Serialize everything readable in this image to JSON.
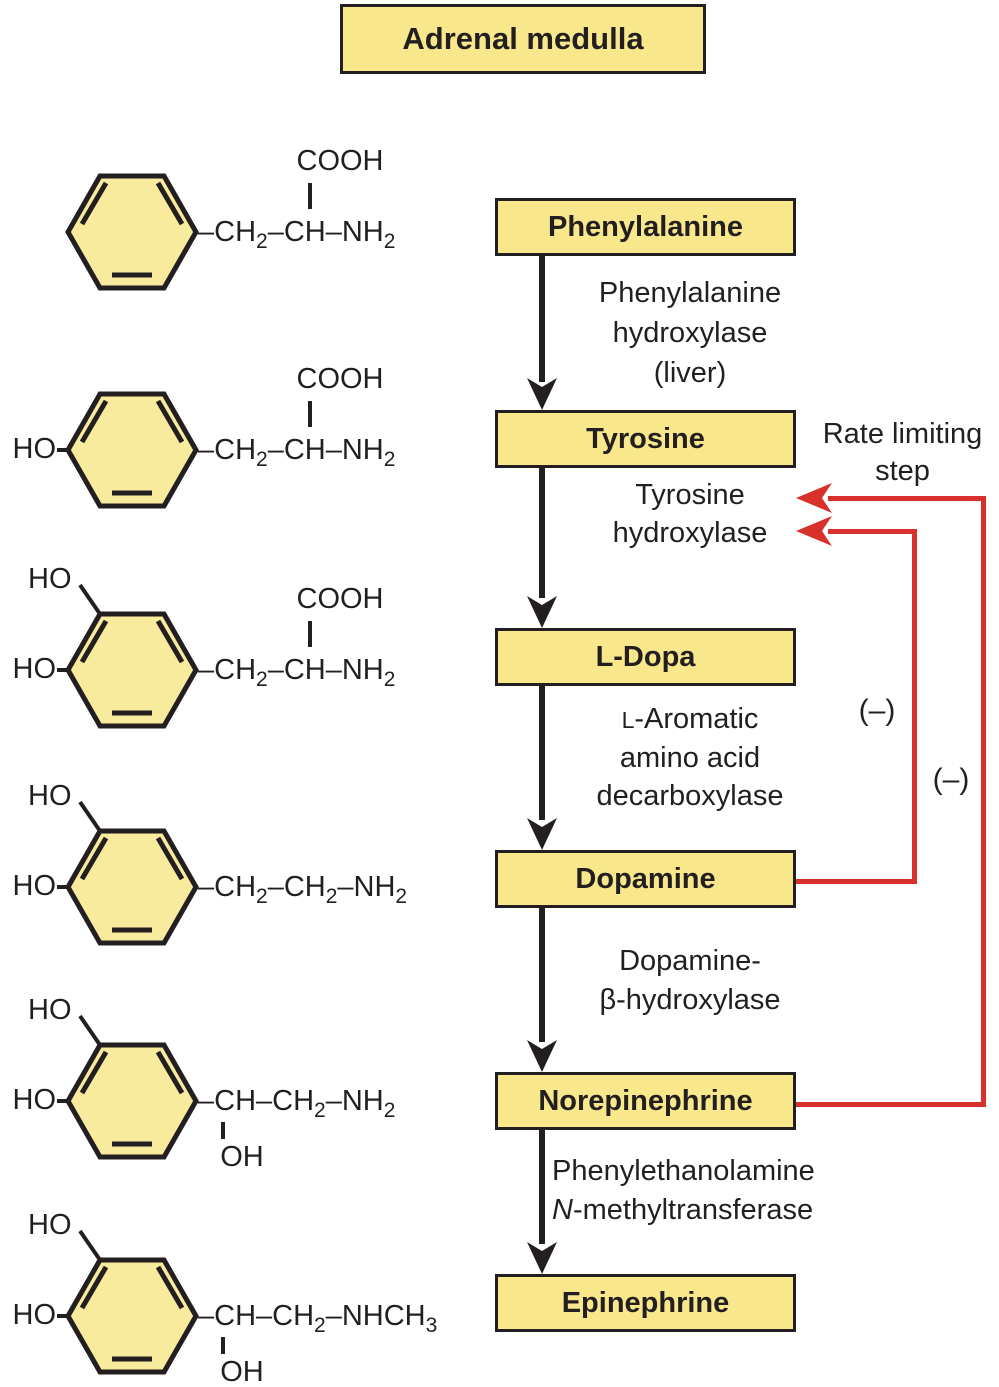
{
  "title": {
    "label": "Adrenal medulla"
  },
  "colors": {
    "box_fill": "#f9e78c",
    "ring_fill": "#f8eb9e",
    "ink": "#231f20",
    "red": "#d8302a"
  },
  "flow_boxes": [
    {
      "label": "Phenylalanine"
    },
    {
      "label": "Tyrosine"
    },
    {
      "label": "L-Dopa"
    },
    {
      "label": "Dopamine"
    },
    {
      "label": "Norepinephrine"
    },
    {
      "label": "Epinephrine"
    }
  ],
  "enzymes": [
    {
      "lines": [
        "Phenylalanine",
        "hydroxylase",
        "(liver)"
      ]
    },
    {
      "lines": [
        "Tyrosine",
        "hydroxylase"
      ]
    },
    {
      "lines": [
        "L-Aromatic",
        "amino acid",
        "decarboxylase"
      ]
    },
    {
      "lines": [
        "Dopamine-",
        "β-hydroxylase"
      ]
    },
    {
      "line1": "Phenylethanolamine",
      "line2_italic": "N",
      "line2_rest": "-methyltransferase"
    }
  ],
  "annotations": {
    "rate_limiting_lines": [
      "Rate limiting",
      "step"
    ],
    "minus_inner": "(–)",
    "minus_outer": "(–)"
  },
  "structures": [
    {
      "name": "phenylalanine",
      "ho_top": null,
      "ho_left": null,
      "top_group": "COOH",
      "bottom_group": null,
      "chain": [
        {
          "t": "–CH"
        },
        {
          "s": "2"
        },
        {
          "t": "–CH–NH"
        },
        {
          "s": "2"
        }
      ]
    },
    {
      "name": "tyrosine",
      "ho_top": null,
      "ho_left": "HO",
      "top_group": "COOH",
      "bottom_group": null,
      "chain": [
        {
          "t": "–CH"
        },
        {
          "s": "2"
        },
        {
          "t": "–CH–NH"
        },
        {
          "s": "2"
        }
      ]
    },
    {
      "name": "l-dopa",
      "ho_top": "HO",
      "ho_left": "HO",
      "top_group": "COOH",
      "bottom_group": null,
      "chain": [
        {
          "t": "–CH"
        },
        {
          "s": "2"
        },
        {
          "t": "–CH–NH"
        },
        {
          "s": "2"
        }
      ]
    },
    {
      "name": "dopamine",
      "ho_top": "HO",
      "ho_left": "HO",
      "top_group": null,
      "bottom_group": null,
      "chain": [
        {
          "t": "–CH"
        },
        {
          "s": "2"
        },
        {
          "t": "–CH"
        },
        {
          "s": "2"
        },
        {
          "t": "–NH"
        },
        {
          "s": "2"
        }
      ]
    },
    {
      "name": "norepinephrine",
      "ho_top": "HO",
      "ho_left": "HO",
      "top_group": null,
      "bottom_group": "OH",
      "chain": [
        {
          "t": "–CH–CH"
        },
        {
          "s": "2"
        },
        {
          "t": "–NH"
        },
        {
          "s": "2"
        }
      ]
    },
    {
      "name": "epinephrine",
      "ho_top": "HO",
      "ho_left": "HO",
      "top_group": null,
      "bottom_group": "OH",
      "chain": [
        {
          "t": "–CH–CH"
        },
        {
          "s": "2"
        },
        {
          "t": "–NHCH"
        },
        {
          "s": "3"
        }
      ]
    }
  ]
}
